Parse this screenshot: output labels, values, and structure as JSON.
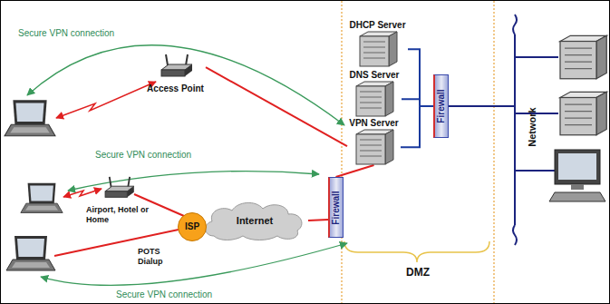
{
  "diagram": {
    "nodes": [
      {
        "text": [
          "DHCP Server"
        ]
      },
      {
        "text": [
          "DNS Server"
        ]
      },
      {
        "text": [
          "VPN Server"
        ]
      },
      {
        "text": [
          "Access Point"
        ]
      },
      {
        "text": [
          "Firewall"
        ]
      },
      {
        "text": [
          "Firewall"
        ]
      },
      {
        "text": [
          "ISP"
        ]
      },
      {
        "text": [
          "Internet"
        ]
      }
    ],
    "edges": [
      {
        "from": 3,
        "to": 2,
        "arrow": "none"
      },
      {
        "from": 7,
        "to": 5,
        "arrow": "none"
      },
      {
        "from": 5,
        "to": 2,
        "arrow": "none"
      },
      {
        "from": 0,
        "to": 4,
        "arrow": "none"
      },
      {
        "from": 1,
        "to": 4,
        "arrow": "none"
      },
      {
        "from": 2,
        "to": 4,
        "arrow": "none"
      }
    ],
    "labels": [
      "Secure VPN connection",
      "Secure VPN connection",
      "Airport, Hotel or Home",
      "POTS Dialup",
      "Secure VPN connection",
      "Network",
      "DMZ"
    ]
  }
}
